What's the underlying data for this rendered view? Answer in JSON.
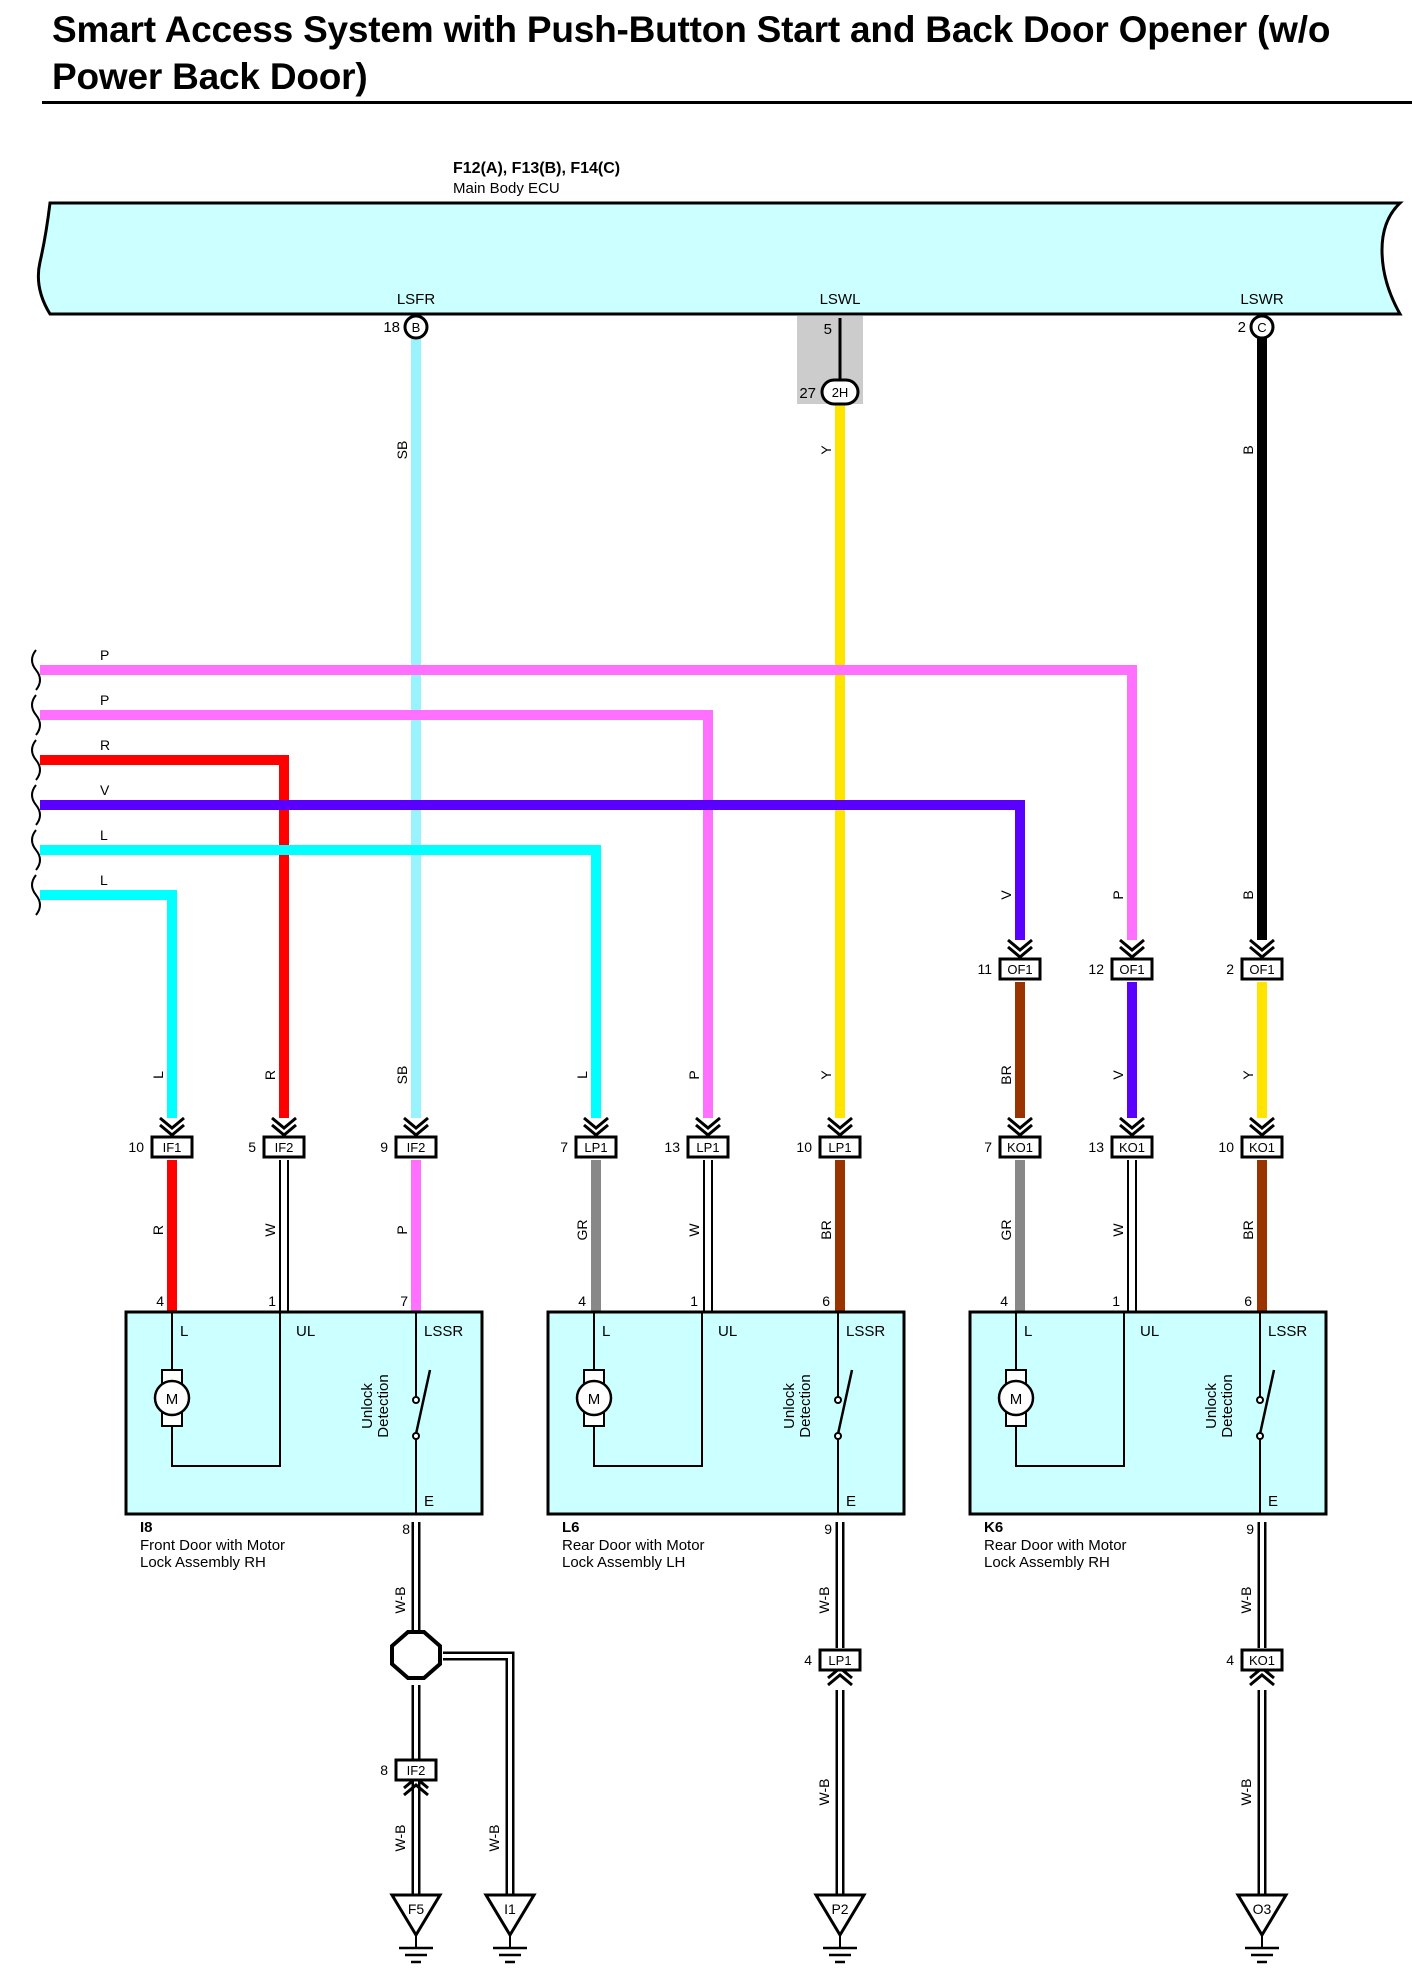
{
  "title": "Smart Access System with Push-Button Start and Back Door Opener (w/o Power Back Door)",
  "colors": {
    "ecu_fill": "#ccffff",
    "unit_fill": "#ccffff",
    "splice_fill": "#cccccc",
    "wire_SB": "#99f3ff",
    "wire_L": "#00ffff",
    "wire_Y": "#ffe400",
    "wire_B": "#000000",
    "wire_P": "#ff70ff",
    "wire_R": "#ff0000",
    "wire_V": "#5a00ff",
    "wire_BR": "#993300",
    "wire_GR": "#888888",
    "wire_W": "#ffffff"
  },
  "ecu": {
    "connectors": "F12(A), F13(B), F14(C)",
    "name": "Main Body ECU",
    "pins": [
      {
        "label": "LSFR",
        "num": "18",
        "conn": "B"
      },
      {
        "label": "LSWL",
        "num": "5",
        "conn": ""
      },
      {
        "label": "LSWR",
        "num": "2",
        "conn": "C"
      }
    ],
    "junction": {
      "num": "27",
      "conn": "2H"
    }
  },
  "wires": {
    "SB": "SB",
    "L": "L",
    "Y": "Y",
    "B": "B",
    "P": "P",
    "R": "R",
    "V": "V",
    "BR": "BR",
    "GR": "GR",
    "W": "W",
    "WB": "W-B"
  },
  "connectors": {
    "IF1": "IF1",
    "IF2": "IF2",
    "LP1": "LP1",
    "KO1": "KO1",
    "OF1": "OF1",
    "IF1_pin": "10",
    "IF2_pin_a": "5",
    "IF2_pin_b": "9",
    "LP1_pin_a": "7",
    "LP1_pin_b": "13",
    "LP1_pin_c": "10",
    "KO1_pin_a": "7",
    "KO1_pin_b": "13",
    "KO1_pin_c": "10",
    "OF1_pin_a": "11",
    "OF1_pin_b": "12",
    "OF1_pin_c": "2",
    "IF2_gnd_pin": "8",
    "LP1_gnd_pin": "4",
    "KO1_gnd_pin": "4"
  },
  "units": [
    {
      "id": "I8",
      "name_line1": "Front Door with Motor",
      "name_line2": "Lock Assembly RH",
      "pin_L": "4",
      "pin_UL": "1",
      "pin_LSSR": "7",
      "pin_E": "8"
    },
    {
      "id": "L6",
      "name_line1": "Rear Door with Motor",
      "name_line2": "Lock Assembly LH",
      "pin_L": "4",
      "pin_UL": "1",
      "pin_LSSR": "6",
      "pin_E": "9"
    },
    {
      "id": "K6",
      "name_line1": "Rear Door with Motor",
      "name_line2": "Lock Assembly RH",
      "pin_L": "4",
      "pin_UL": "1",
      "pin_LSSR": "6",
      "pin_E": "9"
    }
  ],
  "unit_labels": {
    "L": "L",
    "UL": "UL",
    "LSSR": "LSSR",
    "E": "E",
    "motor": "M",
    "detect_line1": "Unlock",
    "detect_line2": "Detection"
  },
  "grounds": [
    "F5",
    "I1",
    "P2",
    "O3"
  ]
}
